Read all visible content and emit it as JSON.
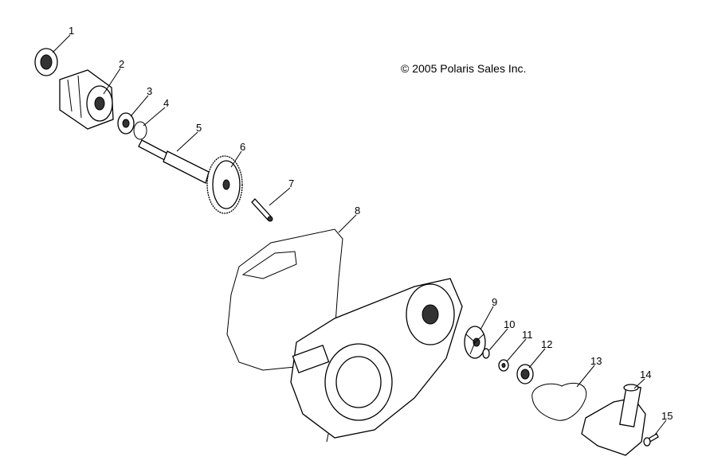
{
  "copyright": "© 2005 Polaris Sales Inc.",
  "callouts": [
    "1",
    "2",
    "3",
    "4",
    "5",
    "6",
    "7",
    "8",
    "9",
    "10",
    "11",
    "12",
    "13",
    "14",
    "15"
  ]
}
